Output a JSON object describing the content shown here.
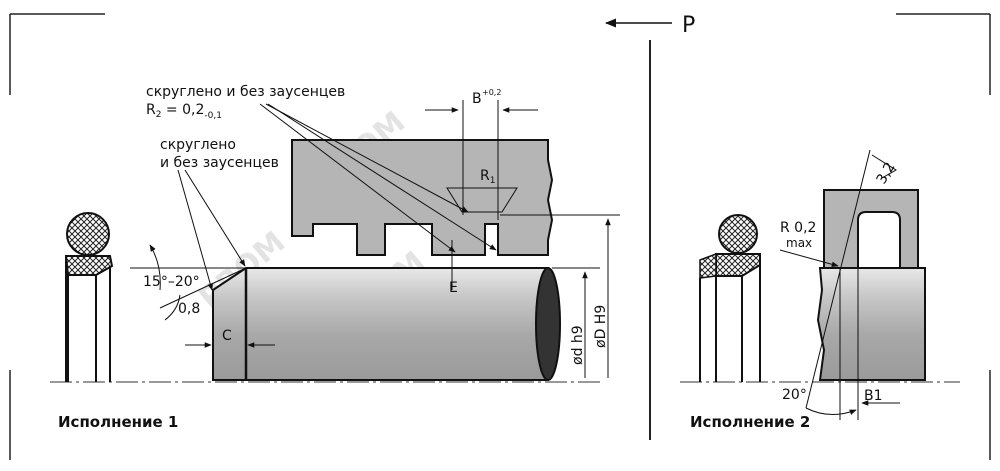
{
  "direction_label": "P",
  "caption_left": "Исполнение 1",
  "caption_right": "Исполнение 2",
  "note_r2_line1": "скруглено и без заусенцев",
  "note_r2_base": "R",
  "note_r2_sub": "2",
  "note_r2_eq": " = 0,2",
  "note_r2_tol": "-0,1",
  "note_round_line1": "скруглено",
  "note_round_line2": "и без заусенцев",
  "dim_b": "B",
  "dim_b_tol": "+0,2",
  "dim_r1_base": "R",
  "dim_r1_sub": "1",
  "dim_e": "E",
  "dim_angle": "15°–20°",
  "dim_roughness_08": "0,8",
  "dim_c": "C",
  "dim_dh9": "ød h9",
  "dim_DH9": "øD H9",
  "dim_r02": "R 0,2",
  "dim_max": "max",
  "dim_32": "3,2",
  "dim_20deg": "20°",
  "dim_b1": "B1",
  "watermark": "PROM"
}
